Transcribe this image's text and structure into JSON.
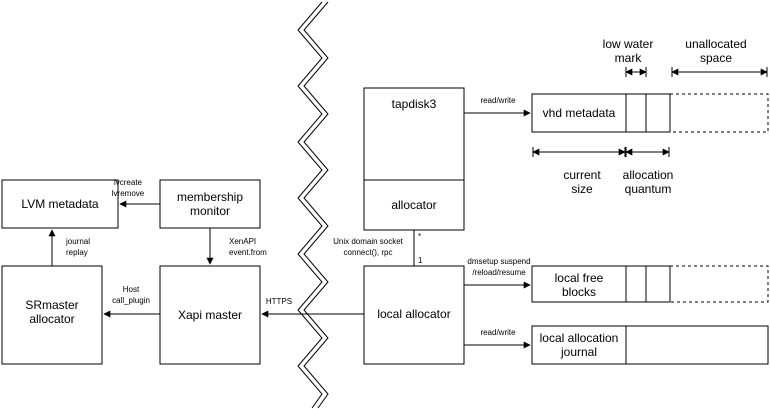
{
  "boxes": {
    "lvm_metadata": "LVM metadata",
    "membership_monitor": [
      "membership",
      "monitor"
    ],
    "srmaster_allocator": [
      "SRmaster",
      "allocator"
    ],
    "xapi_master": "Xapi master",
    "tapdisk3": "tapdisk3",
    "allocator": "allocator",
    "local_allocator": "local allocator",
    "vhd_metadata": "vhd metadata",
    "local_free_blocks": [
      "local free",
      "blocks"
    ],
    "local_allocation_journal": [
      "local allocation",
      "journal"
    ]
  },
  "edges": {
    "lvcreate_lvremove": [
      "lvcreate",
      "lvremove"
    ],
    "journal_replay": [
      "journal",
      "replay"
    ],
    "xenapi_event_from": [
      "XenAPI",
      "event.from"
    ],
    "host_call_plugin": [
      "Host",
      "call_plugin"
    ],
    "https": "HTTPS",
    "unix_domain_socket": [
      "Unix domain socket",
      "connect(), rpc"
    ],
    "multiplicity_star": "*",
    "multiplicity_one": "1",
    "read_write_top": "read/write",
    "dmsetup": [
      "dmsetup suspend",
      "/reload/resume"
    ],
    "read_write_bottom": "read/write"
  },
  "annotations": {
    "low_water_mark": [
      "low water",
      "mark"
    ],
    "unallocated_space": [
      "unallocated",
      "space"
    ],
    "current_size": [
      "current",
      "size"
    ],
    "allocation_quantum": [
      "allocation",
      "quantum"
    ]
  }
}
